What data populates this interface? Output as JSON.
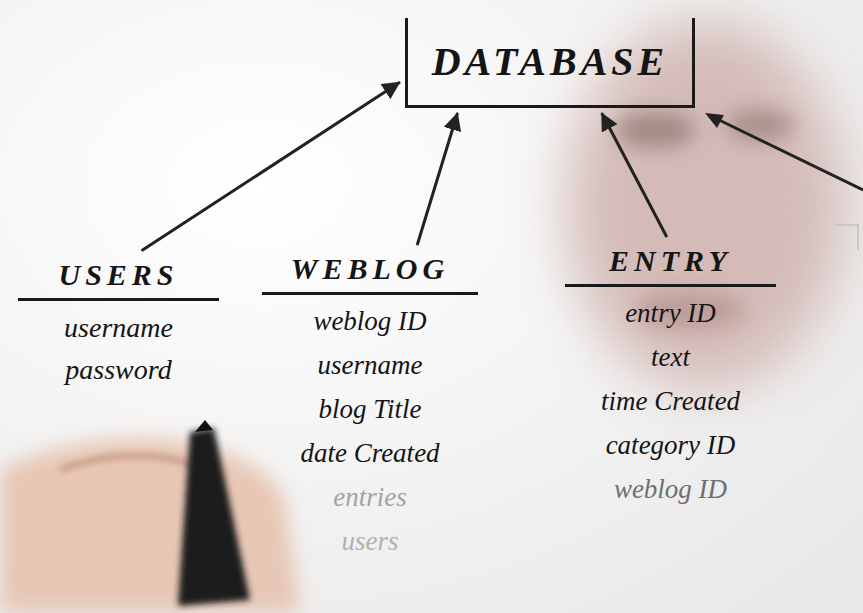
{
  "diagram": {
    "nodes": [
      {
        "text": [
          "DATABASE"
        ]
      },
      {
        "text": [
          "USERS",
          "username",
          "password"
        ]
      },
      {
        "text": [
          "WEBLOG",
          "weblog ID",
          "username",
          "blog Title",
          "date Created",
          "entries",
          "users"
        ]
      },
      {
        "text": [
          "ENTRY",
          "entry ID",
          "text",
          "time Created",
          "category ID",
          "weblog ID"
        ]
      }
    ],
    "edges": [
      {
        "from": 1,
        "to": 0,
        "arrow": "to"
      },
      {
        "from": 2,
        "to": 0,
        "arrow": "to"
      },
      {
        "from": 3,
        "to": 0,
        "arrow": "to"
      }
    ]
  }
}
